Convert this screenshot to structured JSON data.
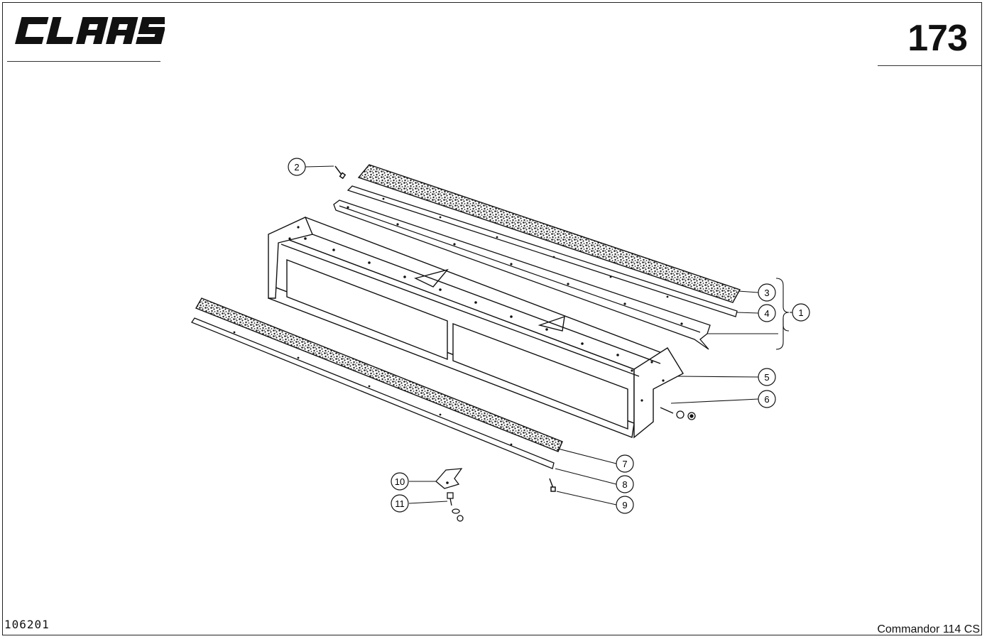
{
  "header": {
    "logo_text": "CLAAS",
    "page_number": "173"
  },
  "footer": {
    "doc_number": "106201",
    "model": "Commandor 114 CS"
  },
  "callouts": {
    "c1": "1",
    "c2": "2",
    "c3": "3",
    "c4": "4",
    "c5": "5",
    "c6": "6",
    "c7": "7",
    "c8": "8",
    "c9": "9",
    "c10": "10",
    "c11": "11"
  }
}
